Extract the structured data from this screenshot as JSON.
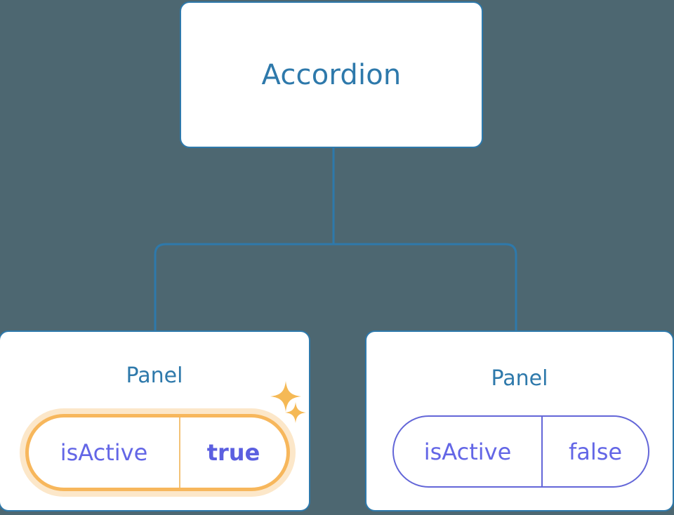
{
  "theme": {
    "background": "#4d6771",
    "card_bg": "#ffffff",
    "card_border": "#2e79ab",
    "title_color": "#2e79ab",
    "connector_color": "#2e79ab",
    "pill_border": "#6366d8",
    "pill_text": "#6366e6",
    "highlight_border": "#f7b75c",
    "highlight_glow": "#fbdfb0",
    "highlight_value_text": "#5b5fe0",
    "sparkle_color": "#f5b955"
  },
  "diagram": {
    "type": "component-tree",
    "root": {
      "title": "Accordion"
    },
    "children": [
      {
        "title": "Panel",
        "highlighted": true,
        "props": [
          {
            "key": "isActive",
            "value": "true",
            "emphasized": true
          }
        ],
        "sparkles": [
          "sparkle-large-icon",
          "sparkle-small-icon"
        ]
      },
      {
        "title": "Panel",
        "highlighted": false,
        "props": [
          {
            "key": "isActive",
            "value": "false",
            "emphasized": false
          }
        ]
      }
    ]
  }
}
